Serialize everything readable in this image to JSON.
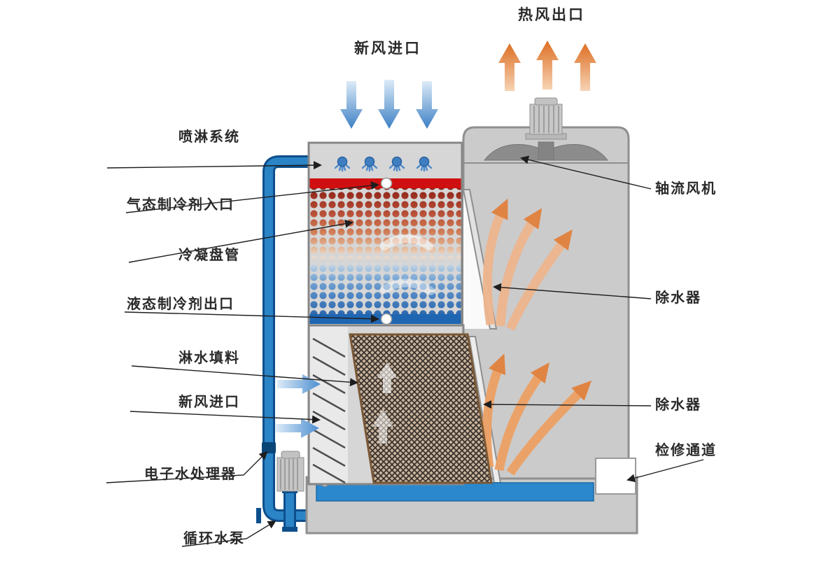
{
  "diagram": {
    "kind": "evaporative-condenser-cooling-tower-schematic",
    "background": "#ffffff"
  },
  "labels": {
    "hot_air_outlet": "热风出口",
    "fresh_air_inlet_top": "新风进口",
    "spray_system": "喷淋系统",
    "gas_refrigerant_inlet": "气态制冷剂入口",
    "condensing_coil": "冷凝盘管",
    "liquid_refrigerant_outlet": "液态制冷剂出口",
    "fill_material": "淋水填料",
    "fresh_air_inlet_left": "新风进口",
    "electronic_water_treater": "电子水处理器",
    "circulating_pump": "循环水泵",
    "axial_fan": "轴流风机",
    "water_eliminator_upper": "除水器",
    "water_eliminator_lower": "除水器",
    "access_channel": "检修通道"
  },
  "colors": {
    "tower_body": "#cbcbcb",
    "outline": "#8f8f8f",
    "hot_refrigerant_header": "#d01010",
    "cold_refrigerant_header": "#1f66b2",
    "water_pipe": "#2b84c6",
    "pipe_outline": "#0d4f8c",
    "basin_water": "#2c88cc",
    "hot_air_arrow": "#e0762a",
    "fresh_air_arrow": "#4286c9",
    "label_text": "#2a2a2a"
  }
}
